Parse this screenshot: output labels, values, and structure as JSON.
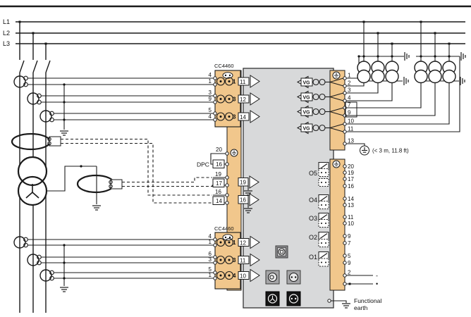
{
  "colors": {
    "device_body": "#d8d9da",
    "terminal_strip": "#f1c78c",
    "line": "#1a1a1a",
    "port_gray": "#a9a9ab",
    "port_black": "#141414"
  },
  "buses": [
    "L1",
    "L2",
    "L3"
  ],
  "cc_top": {
    "title": "CC4460",
    "wire_labels": [
      "4",
      "1",
      "3",
      "9",
      "5",
      "4"
    ],
    "ct_labels": [
      "1",
      "3",
      "3"
    ],
    "out_pins": [
      "11",
      "12",
      "14"
    ]
  },
  "cc_bottom": {
    "title": "CC4460",
    "wire_labels": [
      "4",
      "1",
      "6",
      "3",
      "5",
      "1"
    ],
    "ct_labels": [
      "1",
      "3",
      "4"
    ],
    "out_pins": [
      "12",
      "11",
      "10"
    ]
  },
  "dpc": {
    "title": "DPC",
    "top_pin": "20",
    "top_box": "16",
    "in1_wire": "19",
    "in1_box": "17",
    "in1_arrow": "19",
    "in2_wire": "16",
    "in2_box": "14",
    "in2_arrow": "16"
  },
  "vg": {
    "arrow_label": "VG",
    "pins": [
      "1",
      "2",
      "3",
      "4",
      "7",
      "9",
      "10",
      "11",
      "13"
    ],
    "earth_note": "(< 3 m, 11.8 ft)"
  },
  "outputs": {
    "labels": [
      "O5",
      "O4",
      "O3",
      "O2",
      "O1"
    ],
    "pins": [
      "20",
      "19",
      "17",
      "16",
      "14",
      "13",
      "11",
      "10",
      "9",
      "7",
      "5",
      "9",
      "2"
    ],
    "supply_minus": "-",
    "supply_plus": "•"
  },
  "footer": {
    "functional_earth_line1": "Functional",
    "functional_earth_line2": "earth"
  }
}
